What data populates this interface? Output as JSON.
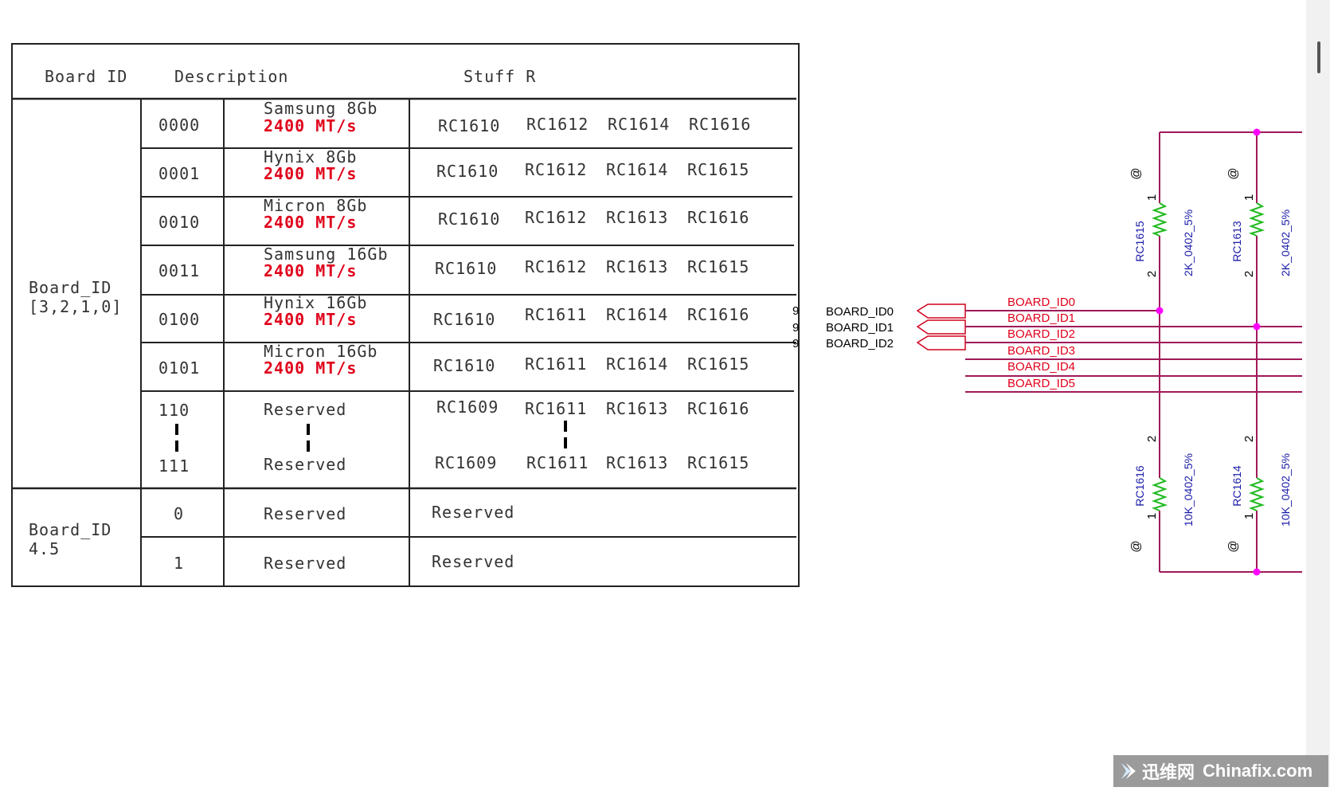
{
  "table": {
    "headers": [
      "Board ID",
      "Description",
      "Stuff R"
    ],
    "groups": [
      {
        "label_lines": [
          "Board_ID",
          "[3,2,1,0]"
        ]
      },
      {
        "label_lines": [
          "Board_ID",
          "4.5"
        ]
      }
    ],
    "rows": [
      {
        "id": "0000",
        "vendor": "Samsung 8Gb",
        "speed": "2400 MT/s",
        "stuff": [
          "RC1610",
          "RC1612",
          "RC1614",
          "RC1616"
        ]
      },
      {
        "id": "0001",
        "vendor": "Hynix 8Gb",
        "speed": "2400 MT/s",
        "stuff": [
          "RC1610",
          "RC1612",
          "RC1614",
          "RC1615"
        ]
      },
      {
        "id": "0010",
        "vendor": "Micron 8Gb",
        "speed": "2400 MT/s",
        "stuff": [
          "RC1610",
          "RC1612",
          "RC1613",
          "RC1616"
        ]
      },
      {
        "id": "0011",
        "vendor": "Samsung 16Gb",
        "speed": "2400 MT/s",
        "stuff": [
          "RC1610",
          "RC1612",
          "RC1613",
          "RC1615"
        ]
      },
      {
        "id": "0100",
        "vendor": "Hynix 16Gb",
        "speed": "2400 MT/s",
        "stuff": [
          "RC1610",
          "RC1611",
          "RC1614",
          "RC1616"
        ]
      },
      {
        "id": "0101",
        "vendor": "Micron 16Gb",
        "speed": "2400 MT/s",
        "stuff": [
          "RC1610",
          "RC1611",
          "RC1614",
          "RC1615"
        ]
      }
    ],
    "reserved_block": {
      "id_top": "110",
      "id_bottom": "111",
      "desc_top": "Reserved",
      "desc_bottom": "Reserved",
      "stuff_top": [
        "RC1609",
        "RC1611",
        "RC1613",
        "RC1616"
      ],
      "stuff_bottom": [
        "RC1609",
        "RC1611",
        "RC1613",
        "RC1615"
      ]
    },
    "id45_rows": [
      {
        "id": "0",
        "desc": "Reserved",
        "stuff": "Reserved"
      },
      {
        "id": "1",
        "desc": "Reserved",
        "stuff": "Reserved"
      }
    ]
  },
  "schematic": {
    "ports": [
      "BOARD_ID0",
      "BOARD_ID1",
      "BOARD_ID2"
    ],
    "port_pins": [
      "9",
      "9",
      "9"
    ],
    "nets": [
      "BOARD_ID0",
      "BOARD_ID1",
      "BOARD_ID2",
      "BOARD_ID3",
      "BOARD_ID4",
      "BOARD_ID5"
    ],
    "net_color": "#e0001b",
    "wire_color": "#a0195a",
    "junction_color": "#ff00ff",
    "resistors": [
      {
        "ref": "RC1615",
        "value": "2K_0402_5%",
        "dnp": "@",
        "pin_top": "1",
        "pin_bottom": "2"
      },
      {
        "ref": "RC1613",
        "value": "2K_0402_5%",
        "dnp": "@",
        "pin_top": "1",
        "pin_bottom": "2"
      },
      {
        "ref": "RC1616",
        "value": "10K_0402_5%",
        "dnp": "@",
        "pin_top": "2",
        "pin_bottom": "1"
      },
      {
        "ref": "RC1614",
        "value": "10K_0402_5%",
        "dnp": "@",
        "pin_top": "2",
        "pin_bottom": "1"
      }
    ]
  },
  "watermark": {
    "cn": "迅维网",
    "en": "Chinafix.com"
  }
}
